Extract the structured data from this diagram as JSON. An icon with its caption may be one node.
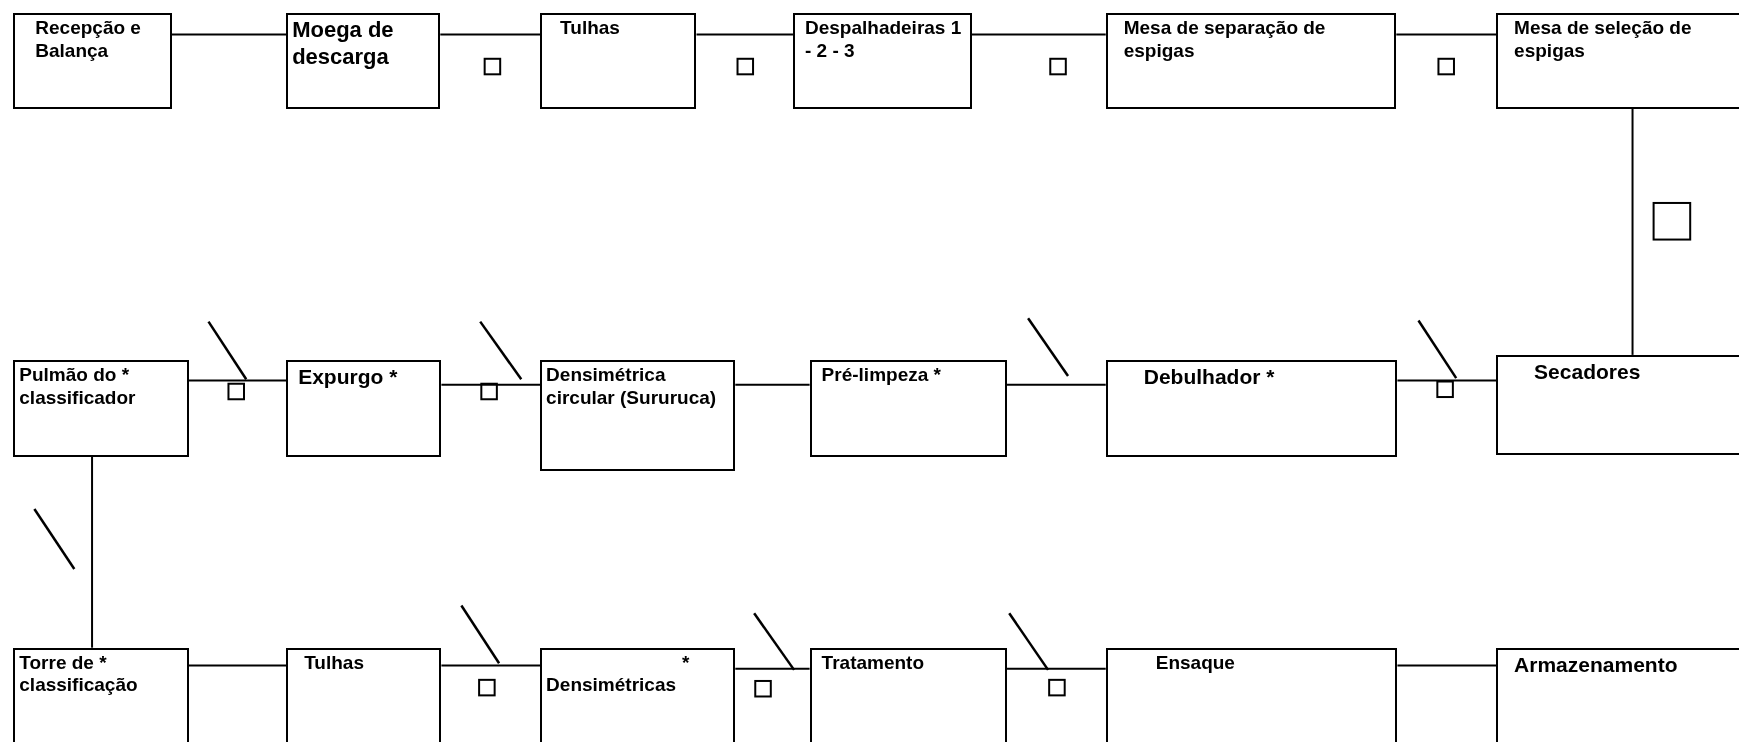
{
  "diagram": {
    "nodes": [
      {
        "text": [
          "Recepção e Balança"
        ]
      },
      {
        "text": [
          "Moega de descarga"
        ]
      },
      {
        "text": [
          "Tulhas"
        ]
      },
      {
        "text": [
          "Despalhadeiras 1 - 2 - 3"
        ]
      },
      {
        "text": [
          "Mesa de separação de espigas"
        ]
      },
      {
        "text": [
          "Mesa de seleção de espigas"
        ]
      },
      {
        "text": [
          "Pulmão do * classificador"
        ]
      },
      {
        "text": [
          "Expurgo *"
        ]
      },
      {
        "text": [
          "Densimétrica circular (Sururuca)"
        ]
      },
      {
        "text": [
          "Pré-limpeza *"
        ]
      },
      {
        "text": [
          "Debulhador *"
        ]
      },
      {
        "text": [
          "Secadores"
        ]
      },
      {
        "text": [
          "Torre de * classificação"
        ]
      },
      {
        "text": [
          "Tulhas"
        ]
      },
      {
        "text": [
          "*",
          "Densimétricas"
        ]
      },
      {
        "text": [
          "Tratamento"
        ]
      },
      {
        "text": [
          "Ensaque"
        ]
      },
      {
        "text": [
          "Armazenamento"
        ]
      }
    ],
    "edges": [
      {
        "from": 0,
        "to": 1,
        "arrow": "none"
      },
      {
        "from": 1,
        "to": 2,
        "arrow": "none"
      },
      {
        "from": 2,
        "to": 3,
        "arrow": "none"
      },
      {
        "from": 3,
        "to": 4,
        "arrow": "none"
      },
      {
        "from": 4,
        "to": 5,
        "arrow": "none"
      },
      {
        "from": 5,
        "to": 11,
        "arrow": "none"
      },
      {
        "from": 11,
        "to": 10,
        "arrow": "none"
      },
      {
        "from": 10,
        "to": 9,
        "arrow": "none"
      },
      {
        "from": 9,
        "to": 8,
        "arrow": "none"
      },
      {
        "from": 8,
        "to": 7,
        "arrow": "none"
      },
      {
        "from": 7,
        "to": 6,
        "arrow": "none"
      },
      {
        "from": 6,
        "to": 12,
        "arrow": "none"
      },
      {
        "from": 12,
        "to": 13,
        "arrow": "none"
      },
      {
        "from": 13,
        "to": 14,
        "arrow": "none"
      },
      {
        "from": 14,
        "to": 15,
        "arrow": "none"
      },
      {
        "from": 15,
        "to": 16,
        "arrow": "none"
      },
      {
        "from": 16,
        "to": 17,
        "arrow": "none"
      }
    ]
  }
}
